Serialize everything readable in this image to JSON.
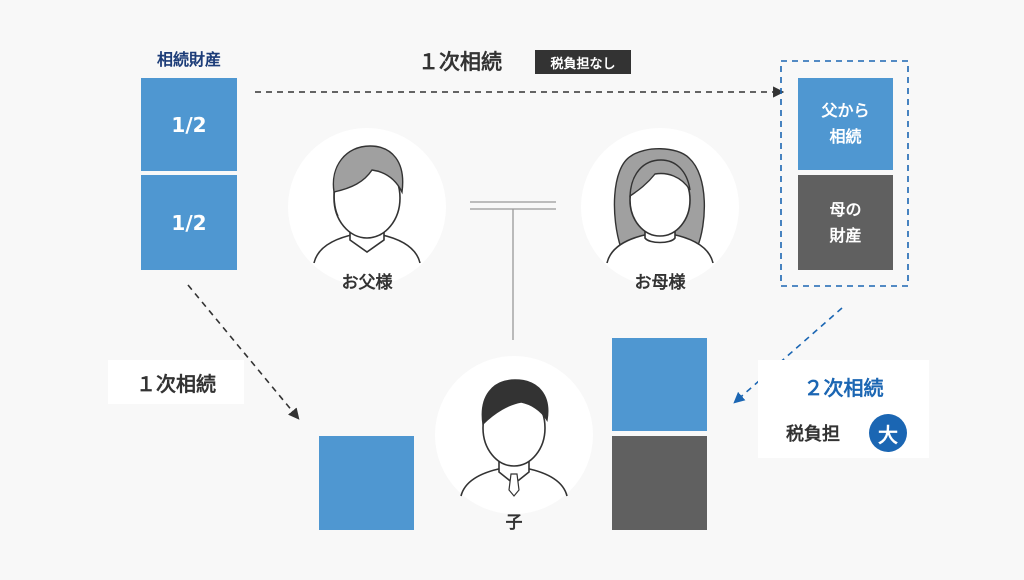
{
  "estate": {
    "title": "相続財産",
    "top": "1/2",
    "bottom": "1/2"
  },
  "first_inheritance_top": {
    "label": "１次相続",
    "tag": "税負担なし"
  },
  "mother_estate": {
    "from_father_line1": "父から",
    "from_father_line2": "相続",
    "own_line1": "母の",
    "own_line2": "財産"
  },
  "people": {
    "father": "お父様",
    "mother": "お母様",
    "child": "子"
  },
  "first_inheritance_left": {
    "label": "１次相続"
  },
  "second_inheritance": {
    "label": "２次相続",
    "burden": "税負担",
    "badge": "大"
  },
  "colors": {
    "blue": "#4f97d1",
    "gray": "#606060",
    "accent": "#1b66b3",
    "dark": "#333333"
  }
}
